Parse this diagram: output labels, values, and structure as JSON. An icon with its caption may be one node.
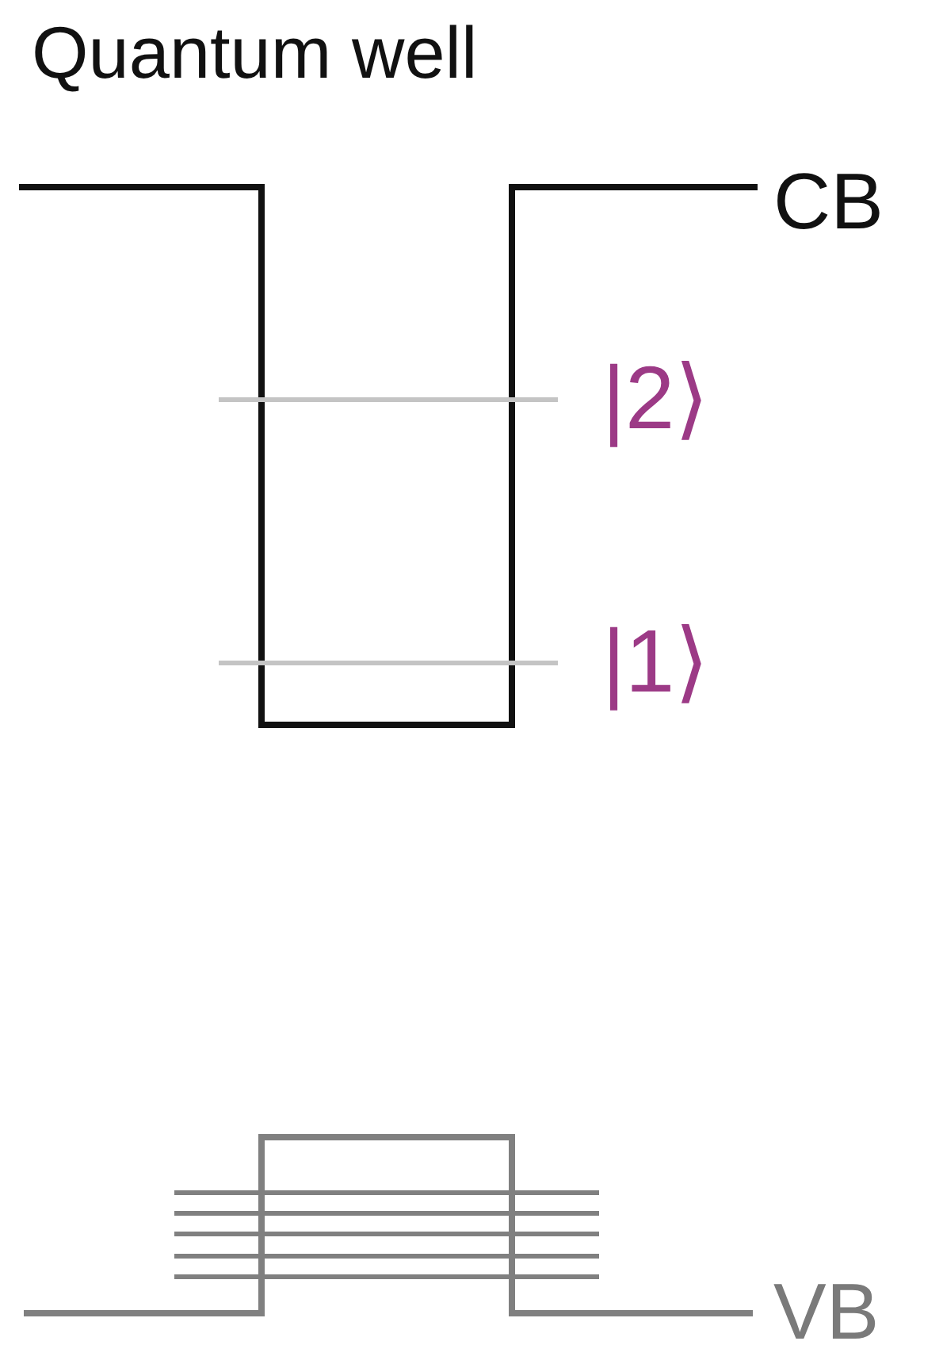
{
  "diagram": {
    "title": "Quantum well",
    "labels": [
      "CB",
      "|2⟩",
      "|1⟩",
      "VB"
    ]
  }
}
